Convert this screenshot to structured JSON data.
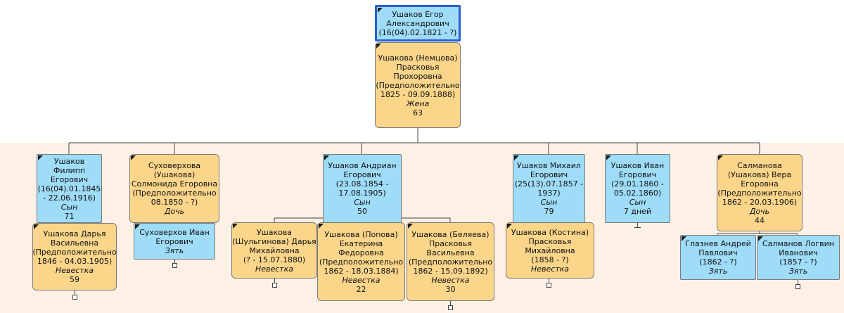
{
  "people": {
    "egor": {
      "name": "Ушаков Егор Александрович",
      "dates": "(16(04).02.1821 - ?)"
    },
    "praskovya": {
      "name": "Ушакова (Немцова) Прасковья Прохоровна",
      "dates": "(Предположительно 1825 - 09.09.1888)",
      "relation": "Жена",
      "age": "63"
    },
    "filipp": {
      "name": "Ушаков Филипп Егорович",
      "dates": "(16(04).01.1845 - 22.06.1916)",
      "relation": "Сын",
      "age": "71"
    },
    "darya_v": {
      "name": "Ушакова Дарья Васильевна",
      "dates": "(Предположительно 1846 - 04.03.1905)",
      "relation": "Невестка",
      "age": "59"
    },
    "solmonida": {
      "name": "Суховерхова (Ушакова) Солмонида Егоровна",
      "dates": "(Предположительно 08.1850 - ?)",
      "relation": "Дочь"
    },
    "ivan_s": {
      "name": "Суховерхов Иван Егорович",
      "relation": "Зять"
    },
    "darya_m": {
      "name": "Ушакова (Шульгинова) Дарья Михайловна",
      "dates": "(? - 15.07.1880)",
      "relation": "Невестка"
    },
    "andrian": {
      "name": "Ушаков Андриан Егорович",
      "dates": "(23.08.1854 - 17.08.1905)",
      "relation": "Сын",
      "age": "50"
    },
    "ekaterina": {
      "name": "Ушакова (Попова) Екатерина Федоровна",
      "dates": "(Предположительно 1862 - 18.03.1884)",
      "relation": "Невестка",
      "age": "22"
    },
    "praskovya_v": {
      "name": "Ушакова (Беляева) Прасковья Васильевна",
      "dates": "(Предположительно 1862 - 15.09.1892)",
      "relation": "Невестка",
      "age": "30"
    },
    "mikhail": {
      "name": "Ушаков Михаил Егорович",
      "dates": "(25(13).07.1857 - 1937)",
      "relation": "Сын",
      "age": "79"
    },
    "praskovya_m": {
      "name": "Ушакова (Костина) Прасковья Михайловна",
      "dates": "(1858 - ?)",
      "relation": "Невестка"
    },
    "ivan_e": {
      "name": "Ушаков Иван Егорович",
      "dates": "(29.01.1860 - 05.02.1860)",
      "relation": "Сын",
      "age": "7 дней"
    },
    "vera": {
      "name": "Салманова (Ушакова) Вера Егоровна",
      "dates": "(Предположительно 1862 - 20.03.1906)",
      "relation": "Дочь",
      "age": "44"
    },
    "andrey": {
      "name": "Глазнев Андрей Павлович",
      "dates": "(1862 - ?)",
      "relation": "Зять"
    },
    "login": {
      "name": "Салманов Логвин Иванович",
      "dates": "(1857 - ?)",
      "relation": "Зять"
    }
  },
  "colors": {
    "male": "#9fdcf8",
    "female": "#fbd58a",
    "selected_border": "#2a5fd0",
    "band": "#fcf1e4"
  }
}
